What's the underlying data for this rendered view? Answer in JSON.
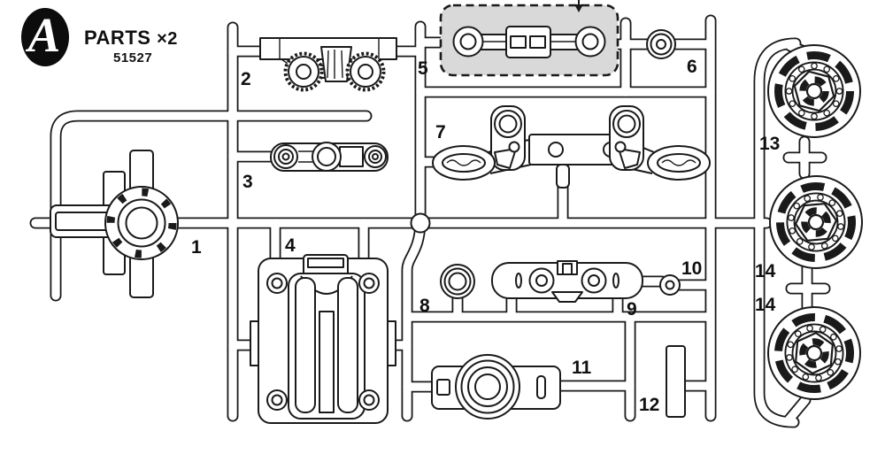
{
  "header": {
    "logo_letter": "A",
    "title": "PARTS",
    "multiplier": "×2",
    "item_number": "51527"
  },
  "colors": {
    "line": "#1a1a1a",
    "highlight_fill": "#d9d9d9",
    "background": "#ffffff"
  },
  "sprue": {
    "part_labels": [
      "1",
      "2",
      "3",
      "4",
      "5",
      "6",
      "7",
      "8",
      "9",
      "10",
      "11",
      "12",
      "13",
      "14",
      "14"
    ],
    "highlighted_part": "5"
  }
}
